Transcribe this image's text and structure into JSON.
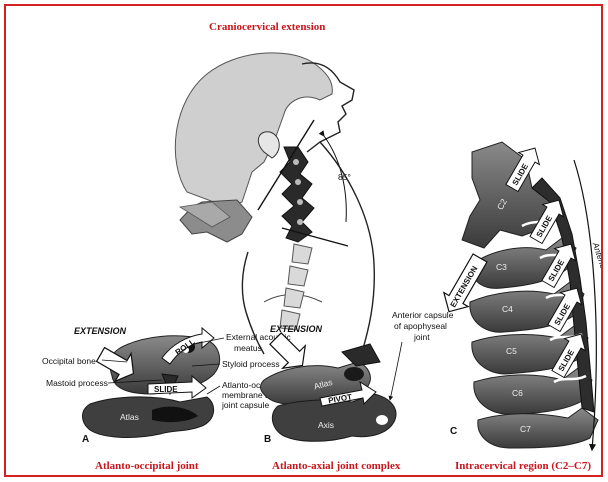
{
  "figure": {
    "title": "Craniocervical extension",
    "angle": "85°",
    "border_color": "#d42020",
    "caption_color": "#c8161d"
  },
  "panel_a": {
    "letter": "A",
    "caption": "Atlanto-occipital joint",
    "labels": {
      "extension": "EXTENSION",
      "occipital_bone": "Occipital bone",
      "mastoid_process": "Mastoid process",
      "external_acoustic_1": "External acoustic",
      "external_acoustic_2": "meatus",
      "styloid": "Styloid process",
      "ao_membrane_1": "Atlanto-occipital",
      "ao_membrane_2": "membrane and",
      "ao_membrane_3": "joint capsule",
      "roll": "ROLL",
      "slide": "SLIDE",
      "atlas": "Atlas"
    }
  },
  "panel_b": {
    "letter": "B",
    "caption": "Atlanto-axial joint complex",
    "labels": {
      "extension": "EXTENSION",
      "anterior_capsule_1": "Anterior capsule",
      "anterior_capsule_2": "of apophyseal",
      "anterior_capsule_3": "joint",
      "atlas": "Atlas",
      "pivot": "PIVOT",
      "axis": "Axis"
    }
  },
  "panel_c": {
    "letter": "C",
    "caption": "Intracervical region (C2–C7)",
    "labels": {
      "extension": "EXTENSION",
      "slide": "SLIDE",
      "c2": "C2",
      "c3": "C3",
      "c4": "C4",
      "c5": "C5",
      "c6": "C6",
      "c7": "C7",
      "anterior": "Anterior lo..."
    }
  }
}
